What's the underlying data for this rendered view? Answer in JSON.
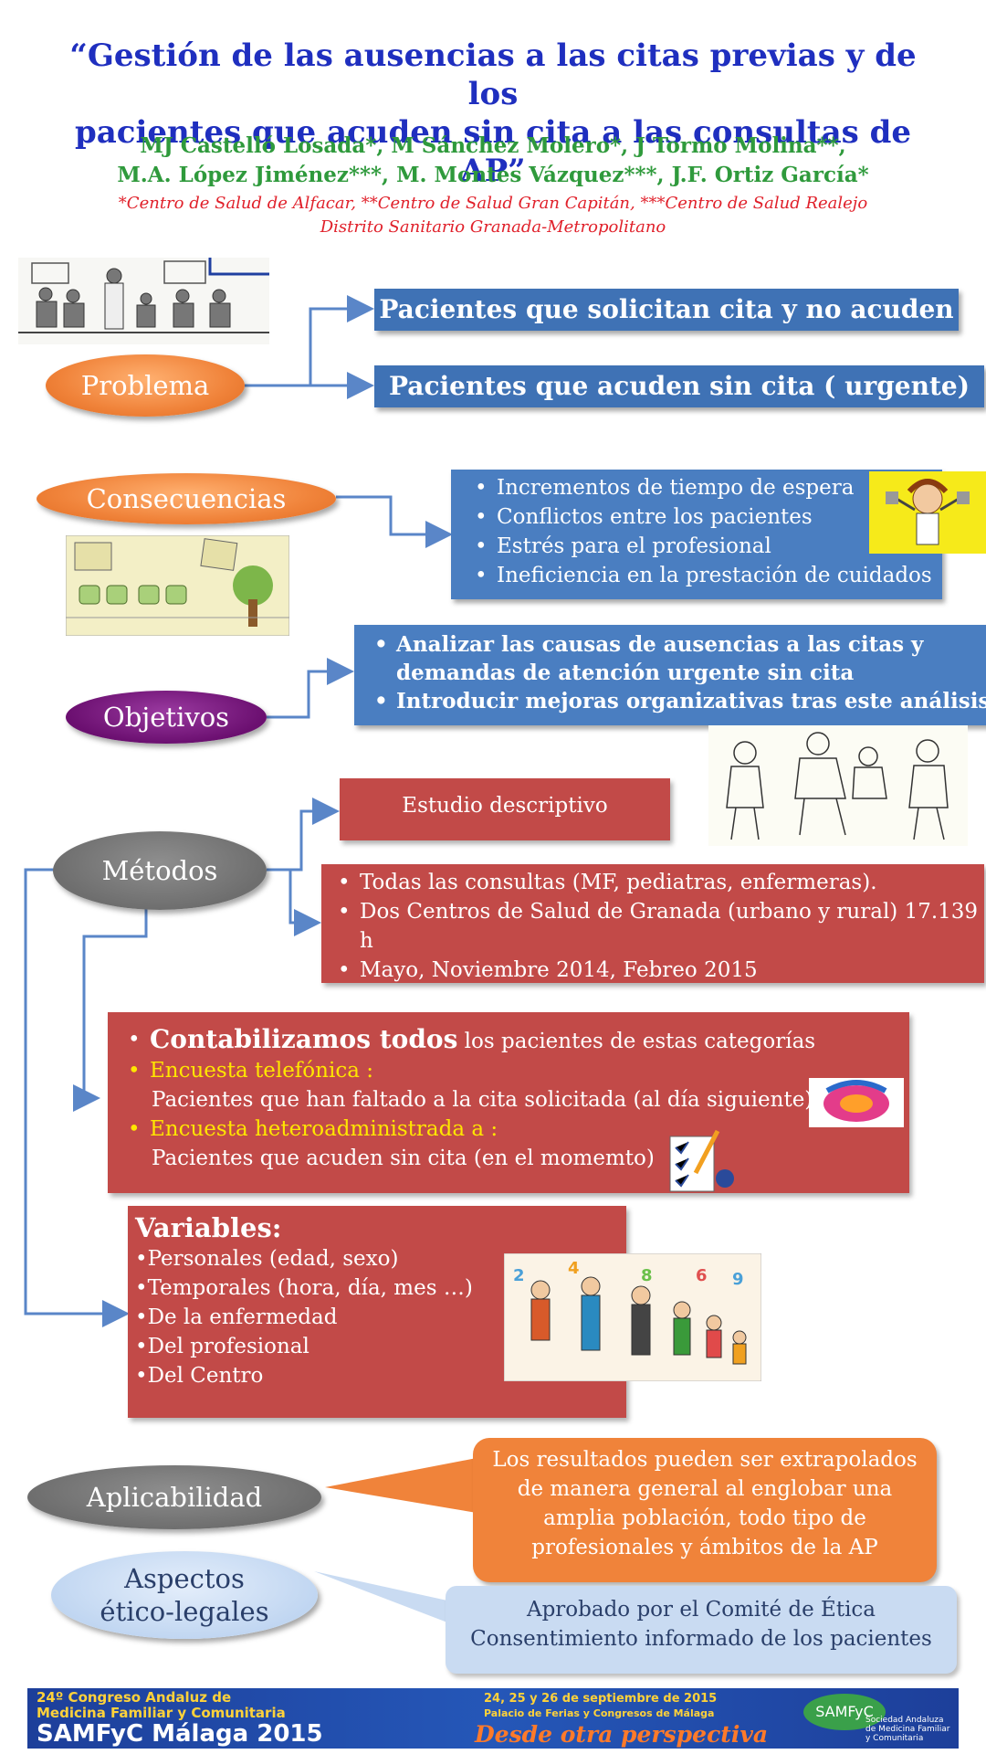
{
  "header": {
    "title_line1": "“Gestión de las ausencias a las citas previas y de los",
    "title_line2": "pacientes que acuden sin cita a las consultas de AP”",
    "authors_line1": "MJ Castelló Losada*,  M Sánchez Molero*,  J Tormo Molina**,",
    "authors_line2": "M.A. López Jiménez***, M. Montes Vázquez***, J.F. Ortiz García*",
    "affil_line1": "*Centro de Salud de Alfacar, **Centro de Salud Gran Capitán, ***Centro de Salud Realejo",
    "affil_line2": "Distrito Sanitario Granada-Metropolitano"
  },
  "problema": {
    "label": "Problema",
    "items": [
      "Pacientes que solicitan cita y no acuden",
      "Pacientes que acuden sin cita ( urgente)"
    ]
  },
  "consecuencias": {
    "label": "Consecuencias",
    "items": [
      "Incrementos de tiempo de espera",
      "Conflictos entre los pacientes",
      "Estrés para el profesional",
      "Ineficiencia en la prestación de cuidados"
    ]
  },
  "objetivos": {
    "label": "Objetivos",
    "item1_line1": "Analizar las causas de ausencias a las citas y",
    "item1_line2": "demandas de atención urgente sin cita",
    "item2": "Introducir mejoras organizativas tras este análisis"
  },
  "metodos": {
    "label": "Métodos",
    "estudio": "Estudio descriptivo",
    "items": [
      "Todas las consultas (MF, pediatras, enfermeras).",
      "Dos Centros de Salud de Granada (urbano y rural) 17.139 h",
      "Mayo, Noviembre 2014, Febreo 2015"
    ]
  },
  "contabilizamos": {
    "bold": "Contabilizamos todos",
    "rest": " los pacientes de estas categorías",
    "encuesta1": "Encuesta telefónica :",
    "encuesta1_text": "Pacientes que han faltado a la cita solicitada (al día siguiente)",
    "encuesta2": "Encuesta heteroadministrada a :",
    "encuesta2_text": "Pacientes que acuden sin cita (en el momemto)"
  },
  "variables": {
    "title": "Variables:",
    "items": [
      "•Personales (edad, sexo)",
      "•Temporales (hora, día, mes …)",
      "•De  la enfermedad",
      "•Del profesional",
      "•Del Centro"
    ]
  },
  "aplicabilidad": {
    "label": "Aplicabilidad",
    "lines": [
      "Los resultados pueden ser extrapolados",
      "de manera general al englobar  una",
      "amplia población, todo tipo de",
      "profesionales y ámbitos de la AP"
    ]
  },
  "aspectos": {
    "label_line1": "Aspectos",
    "label_line2": "ético-legales",
    "lines": [
      "Aprobado por el Comité de Ética",
      "Consentimiento informado de los pacientes"
    ]
  },
  "banner": {
    "line1": "24º Congreso  Andaluz de",
    "line2": "Medicina Familiar y Comunitaria",
    "line3": "SAMFyC Málaga 2015",
    "dates": "24, 25 y 26 de septiembre de 2015",
    "venue": "Palacio de Ferias y Congresos de Málaga",
    "slogan": "Desde otra perspectiva",
    "logo": "SAMFyC",
    "logo_sub1": "Sociedad Andaluza",
    "logo_sub2": "de Medicina Familiar",
    "logo_sub3": "y Comunitaria"
  },
  "colors": {
    "title": "#1f2fbf",
    "authors": "#2f9a3c",
    "affil": "#e0202a",
    "blue_box": "#4a7ec1",
    "red_box": "#c24a48",
    "orange": "#f0833a",
    "purple": "#6b0f70",
    "yellow_text": "#ffe600"
  }
}
